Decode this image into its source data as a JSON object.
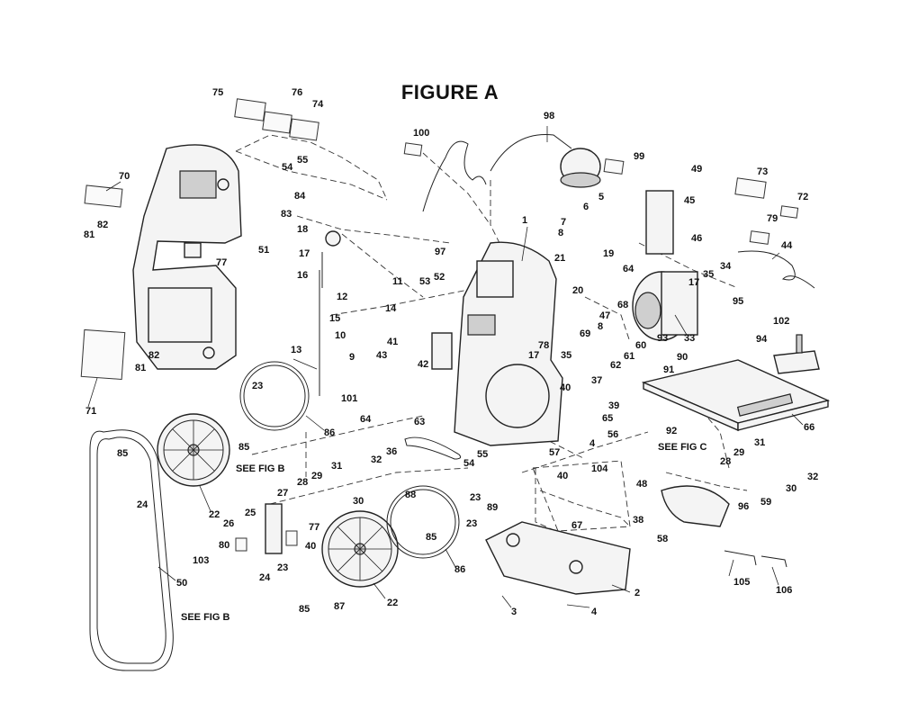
{
  "figure_title": "FIGURE A",
  "callouts": {
    "n1": "1",
    "n2": "2",
    "n3": "3",
    "n4": "4",
    "n5": "5",
    "n6": "6",
    "n7": "7",
    "n8": "8",
    "n9": "9",
    "n10": "10",
    "n11": "11",
    "n12": "12",
    "n13": "13",
    "n14": "14",
    "n15": "15",
    "n16": "16",
    "n17": "17",
    "n18": "18",
    "n19": "19",
    "n20": "20",
    "n21": "21",
    "n22": "22",
    "n23": "23",
    "n24": "24",
    "n25": "25",
    "n26": "26",
    "n27": "27",
    "n28": "28",
    "n29": "29",
    "n30": "30",
    "n31": "31",
    "n32": "32",
    "n33": "33",
    "n34": "34",
    "n35": "35",
    "n36": "36",
    "n37": "37",
    "n38": "38",
    "n39": "39",
    "n40": "40",
    "n41": "41",
    "n42": "42",
    "n43": "43",
    "n44": "44",
    "n45": "45",
    "n46": "46",
    "n47": "47",
    "n48": "48",
    "n49": "49",
    "n50": "50",
    "n51": "51",
    "n52": "52",
    "n53": "53",
    "n54": "54",
    "n55": "55",
    "n56": "56",
    "n57": "57",
    "n58": "58",
    "n59": "59",
    "n60": "60",
    "n61": "61",
    "n62": "62",
    "n63": "63",
    "n64": "64",
    "n65": "65",
    "n66": "66",
    "n67": "67",
    "n68": "68",
    "n69": "69",
    "n70": "70",
    "n71": "71",
    "n72": "72",
    "n73": "73",
    "n74": "74",
    "n75": "75",
    "n76": "76",
    "n77": "77",
    "n78": "78",
    "n79": "79",
    "n80": "80",
    "n81": "81",
    "n82": "82",
    "n83": "83",
    "n84": "84",
    "n85": "85",
    "n86": "86",
    "n87": "87",
    "n88": "88",
    "n89": "89",
    "n90": "90",
    "n91": "91",
    "n92": "92",
    "n93": "93",
    "n94": "94",
    "n95": "95",
    "n96": "96",
    "n97": "97",
    "n98": "98",
    "n99": "99",
    "n100": "100",
    "n101": "101",
    "n102": "102",
    "n103": "103",
    "n104": "104",
    "n105": "105",
    "n106": "106"
  },
  "references": {
    "see_fig_b": "SEE FIG B",
    "see_fig_c": "SEE FIG C"
  }
}
